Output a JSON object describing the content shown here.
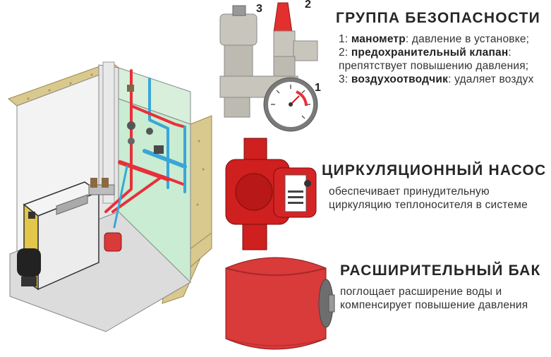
{
  "safety_group": {
    "title": "ГРУППА БЕЗОПАСНОСТИ",
    "items": [
      {
        "num": "1:",
        "name": "манометр",
        "text": ": давление в установке;"
      },
      {
        "num": "2:",
        "name": "предохранительный клапан",
        "text": ":"
      },
      {
        "num": "",
        "name": "",
        "text": "препятствует повышению давления;"
      },
      {
        "num": "3:",
        "name": "воздухоотводчик",
        "text": ": удаляет воздух"
      }
    ],
    "callouts": [
      "1",
      "2",
      "3"
    ]
  },
  "pump": {
    "title": "ЦИРКУЛЯЦИОННЫЙ НАСОС",
    "lines": [
      "обеспечивает принудительную",
      "циркуляцию теплоносителя в системе"
    ]
  },
  "tank": {
    "title": "РАСШИРИТЕЛЬНЫЙ БАК",
    "lines": [
      "поглощает расширение воды и",
      "компенсирует повышение давления"
    ]
  },
  "colors": {
    "red_pipe": "#e8303a",
    "blue_pipe": "#3aa6d8",
    "wall_green": "#c9ecd2",
    "soil": "#d8c88c",
    "tank_red": "#d93a3a",
    "pump_red": "#cf1f1f",
    "brass": "#c8c6bc"
  }
}
